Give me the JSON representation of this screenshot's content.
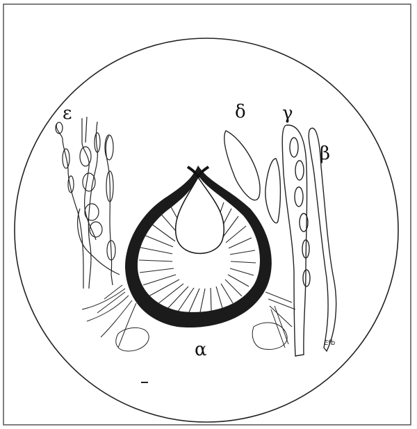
{
  "labels": {
    "alpha": "α",
    "beta": "β",
    "gamma": "γ",
    "delta": "δ",
    "epsilon": "ε",
    "signature": "Efb"
  },
  "colors": {
    "ink": "#111111",
    "paper": "#ffffff",
    "frame": "#444444"
  }
}
